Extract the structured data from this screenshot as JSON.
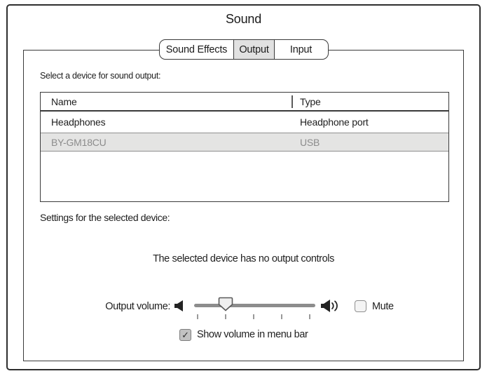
{
  "window": {
    "title": "Sound"
  },
  "tabs": [
    {
      "label": "Sound Effects",
      "selected": false
    },
    {
      "label": "Output",
      "selected": true
    },
    {
      "label": "Input",
      "selected": false
    }
  ],
  "output_pane": {
    "select_label": "Select a device for sound output:",
    "table": {
      "columns": [
        "Name",
        "Type"
      ],
      "rows": [
        {
          "name": "Headphones",
          "type": "Headphone port",
          "selected": false
        },
        {
          "name": "BY-GM18CU",
          "type": "USB",
          "selected": true
        }
      ]
    },
    "settings_label": "Settings for the selected device:",
    "no_controls_message": "The selected device has no output controls",
    "volume": {
      "label": "Output volume:",
      "value_percent": 26,
      "tick_count": 5,
      "mute_label": "Mute",
      "mute_checked": false
    },
    "menu_bar_checkbox": {
      "label": "Show volume in menu bar",
      "checked": true
    }
  },
  "icons": {
    "speaker_low": "speaker-low-icon",
    "speaker_high": "speaker-high-icon",
    "checked_glyph": "✓"
  },
  "colors": {
    "border_dark": "#2e2e2e",
    "selected_tab_bg": "#e1e1e1",
    "selected_row_bg": "#e4e4e3",
    "selected_row_text": "#8c8c8c",
    "slider_track": "#8d8d8d"
  }
}
